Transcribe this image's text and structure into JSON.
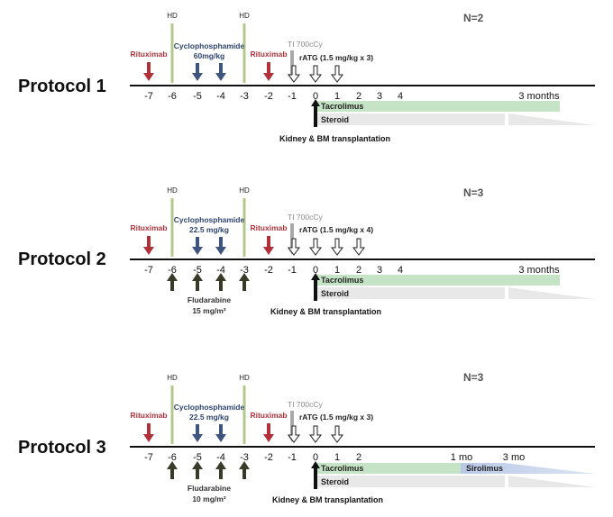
{
  "protocols": [
    {
      "title": "Protocol 1",
      "n_label": "N=2",
      "hd_label": "HD",
      "rituximab_label": "Rituximab",
      "cyclo_label": "Cyclophosphamide",
      "cyclo_dose": "60mg/kg",
      "ti_label": "TI 700cCy",
      "ratg_label": "rATG (1.5 mg/kg x 3)",
      "ticks": [
        "-7",
        "-6",
        "-5",
        "-4",
        "-3",
        "-2",
        "-1",
        "0",
        "1",
        "2",
        "3",
        "4"
      ],
      "end_label": "3 months",
      "tacrolimus_label": "Tacrolimus",
      "steroid_label": "Steroid",
      "transplant_label": "Kidney & BM transplantation"
    },
    {
      "title": "Protocol 2",
      "n_label": "N=3",
      "hd_label": "HD",
      "rituximab_label": "Rituximab",
      "cyclo_label": "Cyclophosphamide",
      "cyclo_dose": "22.5 mg/kg",
      "ti_label": "TI 700cCy",
      "ratg_label": "rATG (1.5 mg/kg x 4)",
      "fludarabine_label": "Fludarabine",
      "fludarabine_dose": "15 mg/m²",
      "ticks": [
        "-7",
        "-6",
        "-5",
        "-4",
        "-3",
        "-2",
        "-1",
        "0",
        "1",
        "2",
        "3",
        "4"
      ],
      "end_label": "3 months",
      "tacrolimus_label": "Tacrolimus",
      "steroid_label": "Steroid",
      "transplant_label": "Kidney & BM transplantation"
    },
    {
      "title": "Protocol 3",
      "n_label": "N=3",
      "hd_label": "HD",
      "rituximab_label": "Rituximab",
      "cyclo_label": "Cyclophosphamide",
      "cyclo_dose": "22.5 mg/kg",
      "ti_label": "TI 700cCy",
      "ratg_label": "rATG (1.5 mg/kg x 3)",
      "fludarabine_label": "Fludarabine",
      "fludarabine_dose": "10 mg/m²",
      "ticks": [
        "-7",
        "-6",
        "-5",
        "-4",
        "-3",
        "-2",
        "-1",
        "0",
        "1",
        "2"
      ],
      "mid_label": "1 mo",
      "end_label": "3 mo",
      "tacrolimus_label": "Tacrolimus",
      "sirolimus_label": "Sirolimus",
      "steroid_label": "Steroid",
      "transplant_label": "Kidney & BM transplantation"
    }
  ],
  "colors": {
    "rituximab": "#b0313a",
    "cyclophosphamide": "#3d5580",
    "hd": "#b3c98a",
    "ti": "#a9a9a9",
    "fludarabine": "#3a3a28",
    "tacrolimus": "#c5e3c5",
    "sirolimus": "#b9c8e6",
    "steroid": "#e8e8e8"
  }
}
